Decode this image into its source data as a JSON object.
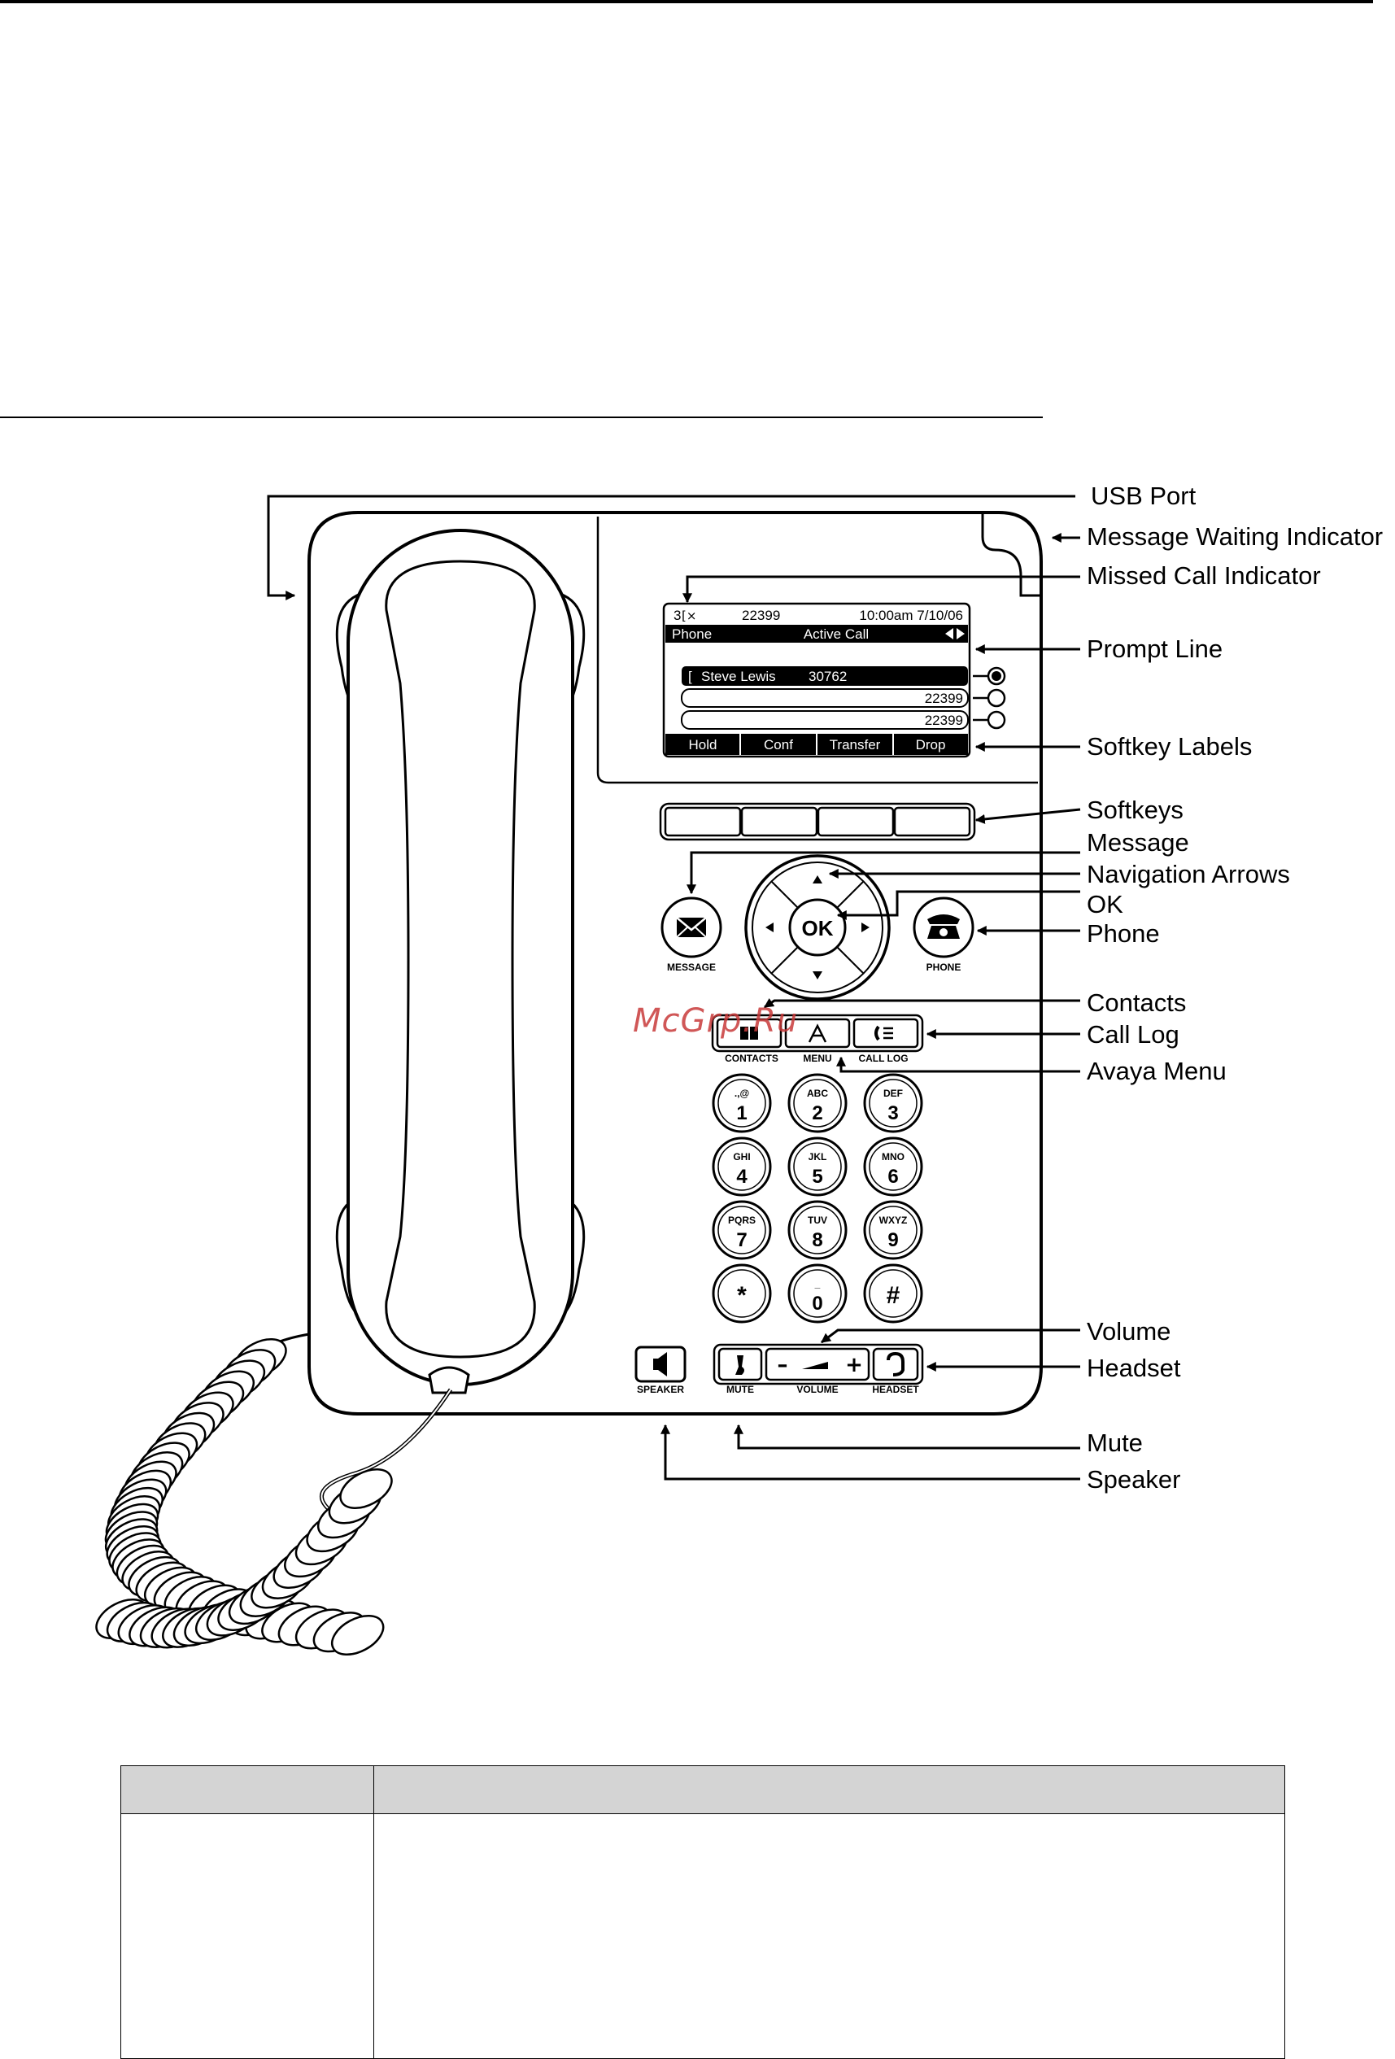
{
  "callouts": {
    "usb_port": "USB Port",
    "message_waiting_indicator": "Message Waiting Indicator",
    "missed_call_indicator": "Missed Call Indicator",
    "prompt_line": "Prompt Line",
    "softkey_labels": "Softkey Labels",
    "softkeys": "Softkeys",
    "message": "Message",
    "navigation_arrows": "Navigation Arrows",
    "ok": "OK",
    "phone": "Phone",
    "contacts": "Contacts",
    "call_log": "Call Log",
    "avaya_menu": "Avaya Menu",
    "volume": "Volume",
    "headset": "Headset",
    "mute": "Mute",
    "speaker": "Speaker"
  },
  "screen": {
    "status_count": "3",
    "status_ext": "22399",
    "status_time": "10:00am 7/10/06",
    "header_left": "Phone",
    "header_center": "Active Call",
    "line1_name": "Steve Lewis",
    "line1_num": "30762",
    "line2_num": "22399",
    "line3_num": "22399",
    "softkey_1": "Hold",
    "softkey_2": "Conf",
    "softkey_3": "Transfer",
    "softkey_4": "Drop"
  },
  "buttons": {
    "message_label": "MESSAGE",
    "ok_label": "OK",
    "phone_label": "PHONE",
    "contacts_label": "CONTACTS",
    "menu_label": "MENU",
    "call_log_label": "CALL LOG",
    "speaker_label": "SPEAKER",
    "mute_label": "MUTE",
    "volume_label": "VOLUME",
    "headset_label": "HEADSET",
    "vol_minus": "–",
    "vol_plus": "+"
  },
  "keypad": [
    {
      "digit": "1",
      "letters": ".,@"
    },
    {
      "digit": "2",
      "letters": "ABC"
    },
    {
      "digit": "3",
      "letters": "DEF"
    },
    {
      "digit": "4",
      "letters": "GHI"
    },
    {
      "digit": "5",
      "letters": "JKL"
    },
    {
      "digit": "6",
      "letters": "MNO"
    },
    {
      "digit": "7",
      "letters": "PQRS"
    },
    {
      "digit": "8",
      "letters": "TUV"
    },
    {
      "digit": "9",
      "letters": "WXYZ"
    },
    {
      "digit": "*",
      "letters": ""
    },
    {
      "digit": "0",
      "letters": "_"
    },
    {
      "digit": "#",
      "letters": ""
    }
  ],
  "watermark": "McGrp.Ru"
}
